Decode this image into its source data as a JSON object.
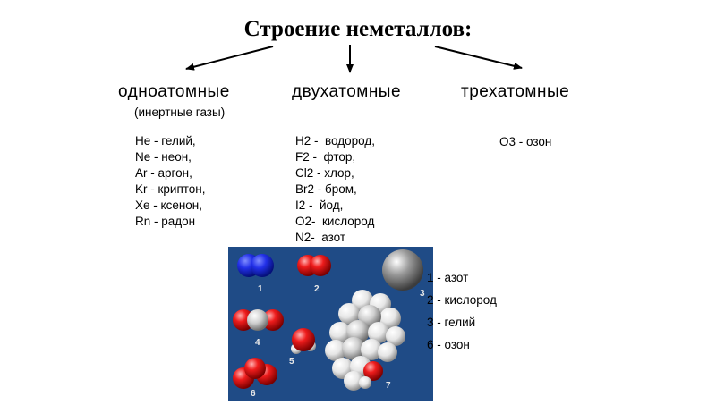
{
  "title": "Строение неметаллов:",
  "categories": {
    "mono": {
      "label": "одноатомные",
      "note": "(инертные газы)",
      "items": [
        "He - гелий,",
        "Ne - неон,",
        "Ar - аргон,",
        "Kr - криптон,",
        "Xe - ксенон,",
        "Rn - радон"
      ]
    },
    "di": {
      "label": "двухатомные",
      "items": [
        "H2 -  водород,",
        "F2 -  фтор,",
        "Cl2 - хлор,",
        "Br2 - бром,",
        "I2 -  йод,",
        "O2-  кислород",
        "N2-  азот"
      ]
    },
    "tri": {
      "label": "трехатомные",
      "items": [
        "O3 - озон"
      ]
    }
  },
  "figure": {
    "numbers": [
      "1",
      "2",
      "3",
      "4",
      "5",
      "6",
      "7"
    ],
    "legend": [
      "1 - азот",
      "2 - кислород",
      "3 - гелий",
      "6 - озон"
    ]
  }
}
